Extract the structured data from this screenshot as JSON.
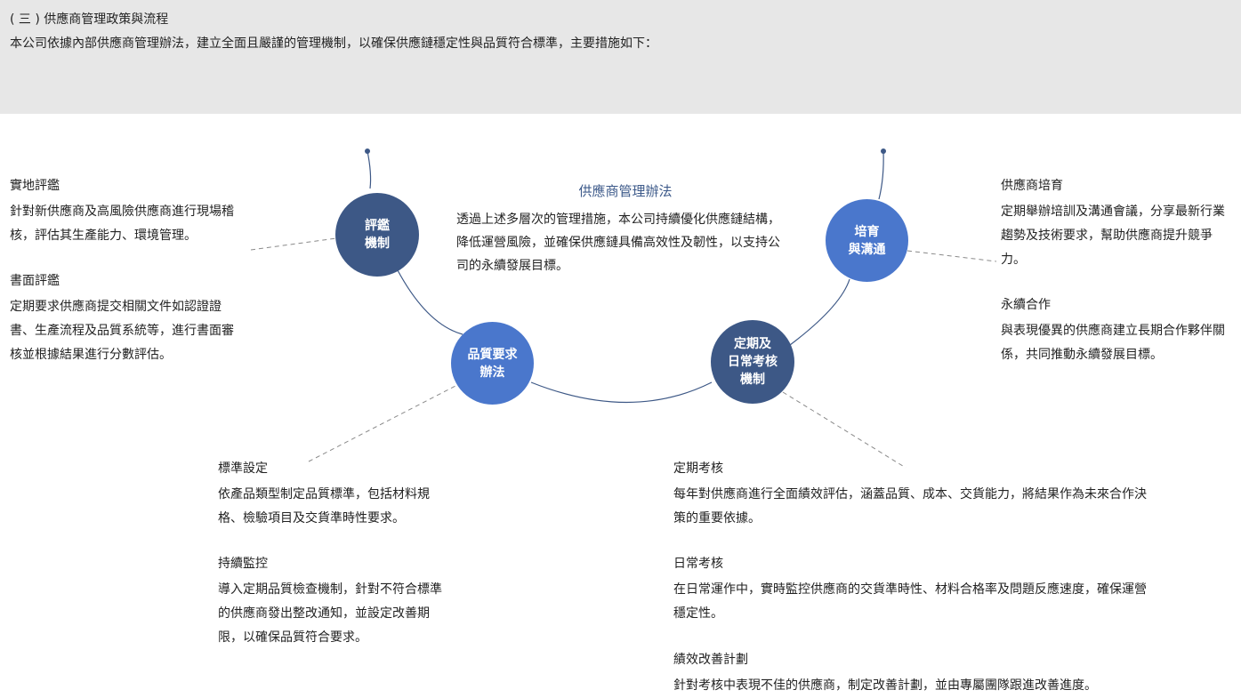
{
  "header": {
    "section_title": "( 三 ) 供應商管理政策與流程",
    "intro": "本公司依據內部供應商管理辦法，建立全面且嚴謹的管理機制，以確保供應鏈穩定性與品質符合標準，主要措施如下："
  },
  "center": {
    "title": "供應商管理辦法",
    "body": "透過上述多層次的管理措施，本公司持續優化供應鏈結構，降低運營風險，並確保供應鏈具備高效性及韌性，以支持公司的永續發展目標。"
  },
  "nodes": {
    "evaluation": "評鑑\n機制",
    "quality": "品質要求\n辦法",
    "review": "定期及\n日常考核\n機制",
    "cultivation": "培育\n與溝通"
  },
  "blocks": {
    "onsite": {
      "title": "實地評鑑",
      "body": "針對新供應商及高風險供應商進行現場稽核，評估其生產能力、環境管理。"
    },
    "document": {
      "title": "書面評鑑",
      "body": "定期要求供應商提交相關文件如認證證書、生產流程及品質系統等，進行書面審核並根據結果進行分數評估。"
    },
    "standard": {
      "title": "標準設定",
      "body": "依產品類型制定品質標準，包括材料規格、檢驗項目及交貨準時性要求。"
    },
    "monitoring": {
      "title": "持續監控",
      "body": "導入定期品質檢查機制，針對不符合標準的供應商發出整改通知，並設定改善期限，以確保品質符合要求。"
    },
    "periodic": {
      "title": "定期考核",
      "body": "每年對供應商進行全面績效評估，涵蓋品質、成本、交貨能力，將結果作為未來合作決策的重要依據。"
    },
    "daily": {
      "title": "日常考核",
      "body": "在日常運作中，實時監控供應商的交貨準時性、材料合格率及問題反應速度，確保運營穩定性。"
    },
    "improvement": {
      "title": "績效改善計劃",
      "body": "針對考核中表現不佳的供應商，制定改善計劃，並由專屬團隊跟進改善進度。"
    },
    "training": {
      "title": "供應商培育",
      "body": "定期舉辦培訓及溝通會議，分享最新行業趨勢及技術要求，幫助供應商提升競爭力。"
    },
    "partnership": {
      "title": "永續合作",
      "body": "與表現優異的供應商建立長期合作夥伴關係，共同推動永續發展目標。"
    }
  },
  "colors": {
    "dark_node": "#3d5886",
    "light_node": "#4a77cc",
    "title_blue": "#3d5a8a",
    "header_band": "#e7e7e7"
  }
}
